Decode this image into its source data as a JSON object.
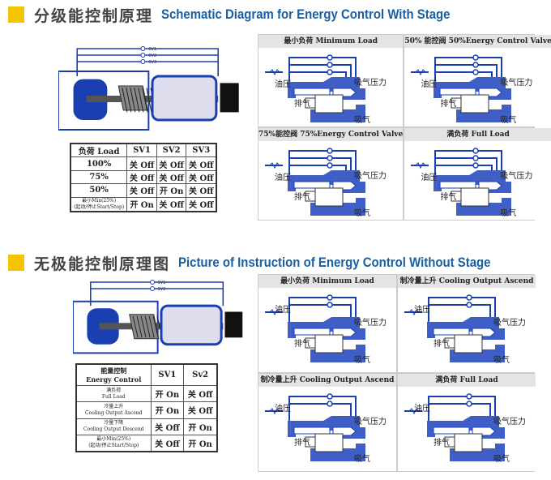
{
  "section1": {
    "cn": "分级能控制原理",
    "en": "Schematic Diagram for Energy Control With Stage",
    "valves": [
      "SV1",
      "SV2",
      "SV3"
    ],
    "table": {
      "headers": [
        "负荷 Load",
        "SV1",
        "SV2",
        "SV3"
      ],
      "rows": [
        [
          "100%",
          "关 Off",
          "关 Off",
          "关 Off"
        ],
        [
          "75%",
          "关 Off",
          "关 Off",
          "关 Off"
        ],
        [
          "50%",
          "关 Off",
          "开 On",
          "关 Off"
        ],
        [
          "最小Min(25%)\n(起动/停止Start/Stop)",
          "开 On",
          "关 Off",
          "关 Off"
        ]
      ]
    },
    "panels": [
      {
        "title": "最小负荷  Minimum Load"
      },
      {
        "title": "50% 能控阀 50%Energy Control Valve"
      },
      {
        "title": "75%能控阀  75%Energy Control Valve"
      },
      {
        "title": "满负荷  Full Load"
      }
    ]
  },
  "section2": {
    "cn": "无极能控制原理图",
    "en": "Picture of Instruction of Energy Control Without Stage",
    "valves": [
      "SV1",
      "SV2"
    ],
    "table": {
      "headers": [
        "能量控制\nEnergy Control",
        "SV1",
        "Sv2"
      ],
      "rows": [
        [
          "满负荷\nFull Load",
          "开 On",
          "关 Off"
        ],
        [
          "冷量上升\nCooling Output Ascend",
          "开 On",
          "关 Off"
        ],
        [
          "冷量下降\nCooling Output Descend",
          "关 Off",
          "开 On"
        ],
        [
          "最小Min(25%)\n(起动/停止Start/Stop)",
          "关 Off",
          "开 On"
        ]
      ]
    },
    "panels": [
      {
        "title": "最小负荷  Minimum Load"
      },
      {
        "title": "制冷量上升 Cooling Output Ascend"
      },
      {
        "title": "制冷量上升 Cooling Output Ascend"
      },
      {
        "title": "满负荷   Full Load"
      }
    ]
  },
  "labels": {
    "oil": "油压",
    "suction_pressure": "吸气压力",
    "discharge": "排气",
    "suction": "吸气"
  },
  "colors": {
    "accent": "#f5c400",
    "blue": "#1a3fb0",
    "title_blue": "#1a5fa0"
  }
}
